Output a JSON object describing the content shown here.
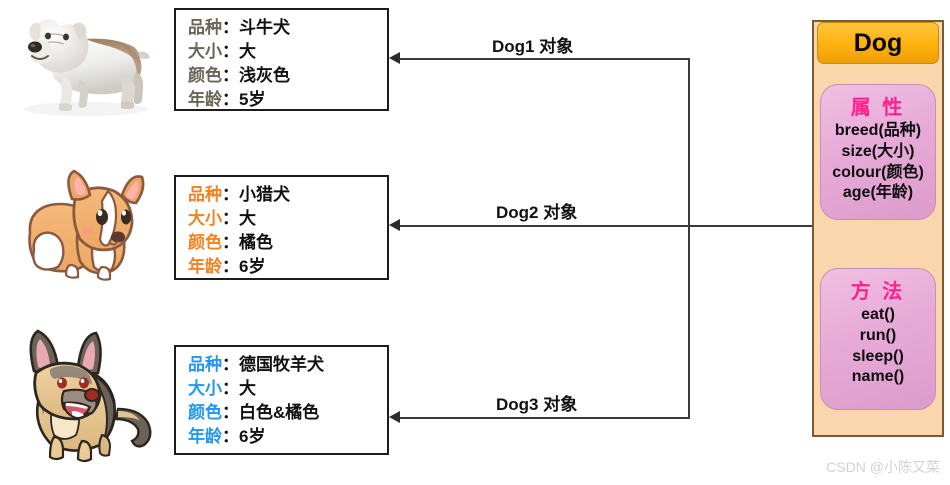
{
  "diagram": {
    "title_watermark": "CSDN @小陈又菜"
  },
  "objects": [
    {
      "id": "dog1",
      "edge_label": "Dog1 对象",
      "label_color": "#6b6557",
      "image_name": "bulldog-illustration",
      "fields": [
        {
          "key": "品种",
          "sep": "：",
          "value": "斗牛犬"
        },
        {
          "key": "大小",
          "sep": "：",
          "value": "大"
        },
        {
          "key": "颜色",
          "sep": "：",
          "value": "浅灰色"
        },
        {
          "key": "年龄",
          "sep": "：",
          "value": "5岁"
        }
      ]
    },
    {
      "id": "dog2",
      "edge_label": "Dog2 对象",
      "label_color": "#f58220",
      "image_name": "corgi-illustration",
      "fields": [
        {
          "key": "品种",
          "sep": "：",
          "value": "小猎犬"
        },
        {
          "key": "大小",
          "sep": "：",
          "value": "大"
        },
        {
          "key": "颜色",
          "sep": "：",
          "value": "橘色"
        },
        {
          "key": "年龄",
          "sep": "：",
          "value": "6岁"
        }
      ]
    },
    {
      "id": "dog3",
      "edge_label": "Dog3 对象",
      "label_color": "#2196f3",
      "image_name": "german-shepherd-illustration",
      "fields": [
        {
          "key": "品种",
          "sep": "：",
          "value": "德国牧羊犬"
        },
        {
          "key": "大小",
          "sep": "：",
          "value": "大"
        },
        {
          "key": "颜色",
          "sep": "：",
          "value": "白色&橘色"
        },
        {
          "key": "年龄",
          "sep": "：",
          "value": "6岁"
        }
      ]
    }
  ],
  "class_panel": {
    "name": "Dog",
    "attributes": {
      "heading": "属 性",
      "items": [
        "breed(品种)",
        "size(大小)",
        "colour(颜色)",
        "age(年龄)"
      ]
    },
    "methods": {
      "heading": "方 法",
      "items": [
        "eat()",
        "run()",
        "sleep()",
        "name()"
      ]
    },
    "colors": {
      "header_accent": "#ffb414",
      "panel_bg": "#fad6ac",
      "section_bg": "#e7aad8",
      "heading_text": "#ff1f8f"
    }
  }
}
